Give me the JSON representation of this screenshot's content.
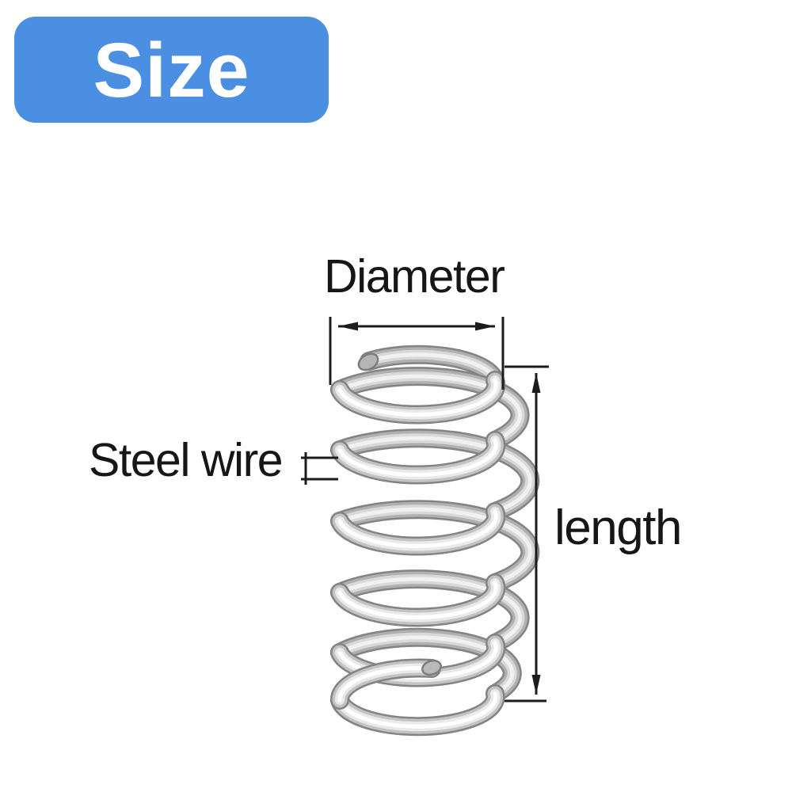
{
  "badge": {
    "label": "Size",
    "bg_color": "#4b8fe2",
    "text_color": "#ffffff"
  },
  "annotations": {
    "diameter_label": "Diameter",
    "steel_wire_label": "Steel wire",
    "length_label": "length",
    "line_color": "#1c1c1c"
  },
  "spring": {
    "subject": "steel compression spring",
    "coils_visible": 6,
    "colors": {
      "edge": "#838383",
      "mid": "#c3c3c3",
      "light": "#eaeaea",
      "highlight": "#ffffff"
    }
  }
}
